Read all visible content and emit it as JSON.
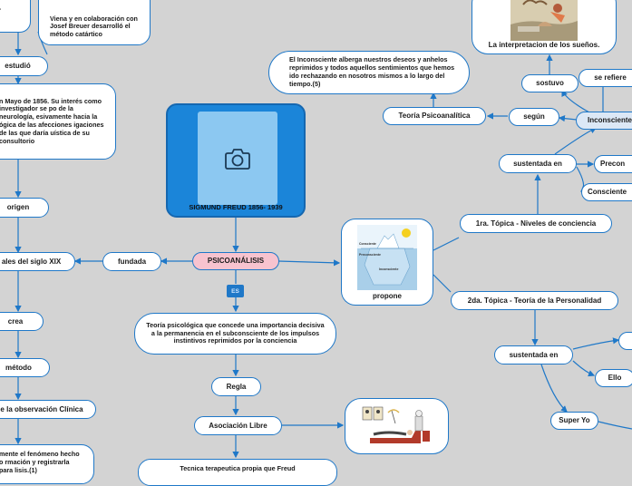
{
  "root": {
    "title": "SIGMUND FREUD 1856- 1939",
    "icon": "camera-icon"
  },
  "center": {
    "label": "PSICOANÁLISIS"
  },
  "es_tag": "ES",
  "nodes": {
    "viena": "Viena y en colaboración con Josef Breuer desarrolló el método catártico",
    "estudio": "estudió",
    "mayo1856": "n Mayo de 1856. Su interés como investigador se po de la neurología, esivamente hacia la ógica de las afecciones igaciones de las que daría uística de su consultorio",
    "origen": "origen",
    "siglo": "ales del siglo XIX",
    "fundada": "fundada",
    "crea": "crea",
    "metodo": "método",
    "observacion": "e la observación Clínica",
    "fenomeno": "mente el fenómeno hecho o rmación y registrarla para lisis.(1)",
    "teoria_def": "Teoría psicológica que concede una importancia decisiva a la permanencia en el subconsciente de los impulsos instintivos reprimidos por la conciencia",
    "regla": "Regla",
    "asociacion": "Asociación Libre",
    "tecnica": "Tecnica terapeutica propia que Freud",
    "inconsciente_def": "El Inconsciente alberga nuestros deseos y anhelos reprimidos y todos aquellos sentimientos que hemos ido rechazando en nosotros mismos a lo largo del tiempo.(5)",
    "teoria_psico": "Teoría Psicoanalítica",
    "segun": "según",
    "sostuvo": "sostuvo",
    "serefiere": "se refiere",
    "inconsciente": "Inconsciente",
    "suenos": "La interpretacion de los sueños.",
    "sustentada1": "sustentada en",
    "precon": "Precon",
    "consciente": "Consciente",
    "topica1": "1ra. Tópica - Niveles de conciencia",
    "propone": "propone",
    "topica2": "2da. Tópica - Teoría de la Personalidad",
    "sustentada2": "sustentada en",
    "ello": "Ello",
    "superyo": "Super Yo"
  },
  "iceberg_labels": [
    "Consciente",
    "Preconsciente",
    "Inconsciente"
  ]
}
